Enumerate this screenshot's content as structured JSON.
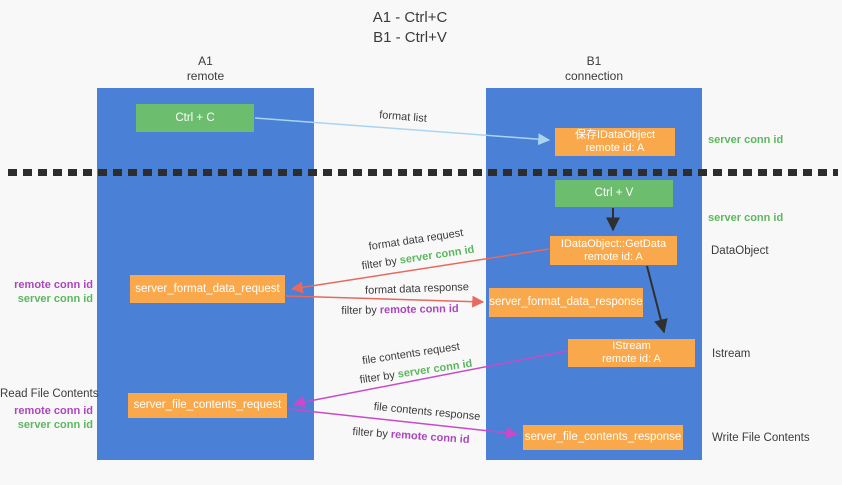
{
  "title": {
    "line1": "A1 - Ctrl+C",
    "line2": "B1 - Ctrl+V"
  },
  "lanes": {
    "a1": {
      "name": "A1",
      "role": "remote"
    },
    "b1": {
      "name": "B1",
      "role": "connection"
    }
  },
  "nodes": {
    "ctrl_c": {
      "label": "Ctrl + C"
    },
    "save_idataobject": {
      "line1": "保存IDataObject",
      "line2": "remote id: A"
    },
    "ctrl_v": {
      "label": "Ctrl + V"
    },
    "getdata": {
      "line1": "IDataObject::GetData",
      "line2": "remote id: A"
    },
    "format_request": {
      "label": "server_format_data_request"
    },
    "format_response": {
      "label": "server_format_data_response"
    },
    "istream": {
      "line1": "IStream",
      "line2": "remote id: A"
    },
    "file_request": {
      "label": "server_file_contents_request"
    },
    "file_response": {
      "label": "server_file_contents_response"
    }
  },
  "edges": {
    "format_list": "format list",
    "format_data_request": "format data request",
    "format_data_request_filter_prefix": "filter by",
    "format_data_request_filter_value": "server conn id",
    "format_data_response": "format data response",
    "format_data_response_filter_prefix": "filter by",
    "format_data_response_filter_value": "remote conn id",
    "file_contents_request": "file contents request",
    "file_contents_request_filter_prefix": "filter by",
    "file_contents_request_filter_value": "server conn id",
    "file_contents_response": "file contents response",
    "file_contents_response_filter_prefix": "filter by",
    "file_contents_response_filter_value": "remote conn id"
  },
  "side_labels": {
    "right_server_conn_id_1": "server conn id",
    "right_server_conn_id_2": "server conn id",
    "dataobject": "DataObject",
    "istream": "Istream",
    "write_file_contents": "Write File Contents",
    "read_file_contents": "Read File Contents",
    "left_remote_conn_id_1": "remote conn id",
    "left_server_conn_id_1": "server conn id",
    "left_remote_conn_id_2": "remote conn id",
    "left_server_conn_id_2": "server conn id"
  },
  "colors": {
    "background": "#f8f8f8",
    "lane_blue": "#4a80d5",
    "box_green": "#6dbd6f",
    "box_orange": "#f9a94b",
    "green_text": "#5cb85f",
    "purple_text": "#ab47bc",
    "red_arrow": "#e8695e",
    "magenta_arrow": "#c94ac9",
    "blue_arrow": "#aad4f0",
    "black_arrow": "#2f2f2f",
    "dark_text": "#3b3b3b"
  }
}
